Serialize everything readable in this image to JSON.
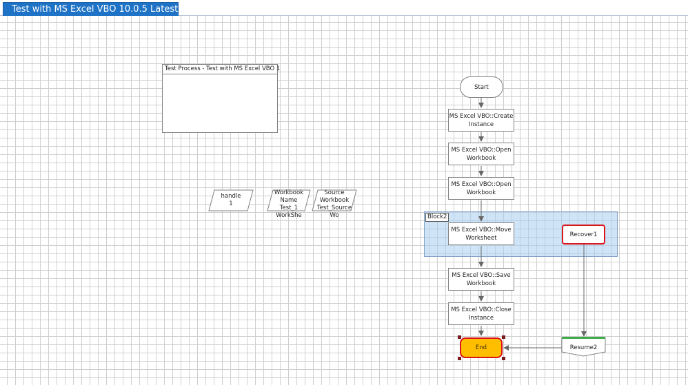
{
  "tab": {
    "title": "Test with MS Excel VBO 10.0.5 Latest"
  },
  "note": {
    "title": "Test Process - Test with MS Excel VBO 1"
  },
  "block": {
    "label": "Block2"
  },
  "stages": {
    "start": "Start",
    "create_instance": "MS Excel VBO::Create Instance",
    "open_workbook_1": "MS Excel VBO::Open Workbook",
    "open_workbook_2": "MS Excel VBO::Open Workbook",
    "move_worksheet": "MS Excel VBO::Move Worksheet",
    "save_workbook": "MS Excel VBO::Save Workbook",
    "close_instance": "MS Excel VBO::Close Instance",
    "end": "End",
    "recover": "Recover1",
    "resume": "Resume2"
  },
  "data_items": {
    "handle": {
      "line1": "handle",
      "line2": "1"
    },
    "workbook_name": {
      "line1": "Workbook",
      "line2": "Name",
      "line3": "Test_1 WorkShe"
    },
    "source_workbook": {
      "line1": "Source",
      "line2": "Workbook",
      "line3": "Test_Source Wo"
    }
  },
  "colors": {
    "tab": "#1f73c6",
    "end_fill": "#ffbf00",
    "selection": "#d9141b",
    "block_fill": "#aacdf0",
    "resume_bar": "#3fae49",
    "link": "#666666"
  }
}
